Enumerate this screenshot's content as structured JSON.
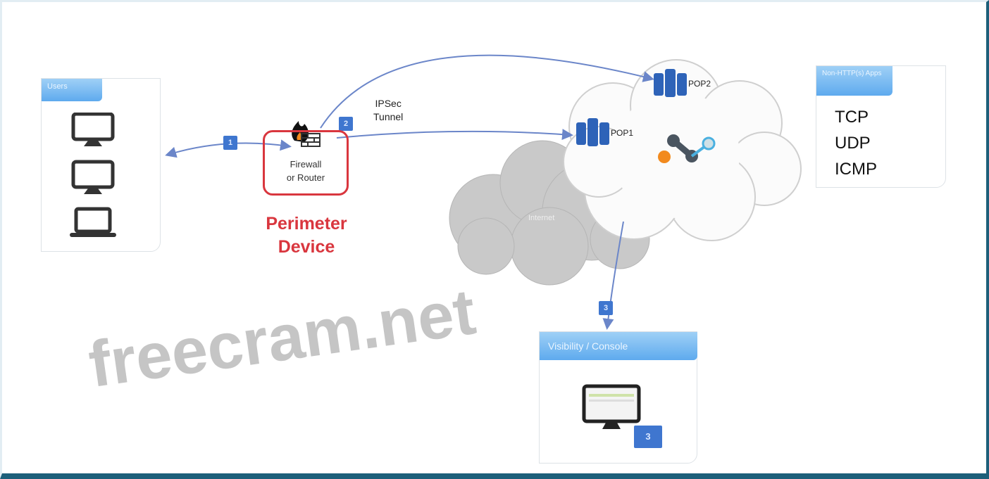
{
  "users_panel": {
    "title": "Users"
  },
  "perimeter": {
    "device_line1": "Firewall",
    "device_line2": "or Router",
    "label_line1": "Perimeter",
    "label_line2": "Device"
  },
  "tunnel": {
    "line1": "IPSec",
    "line2": "Tunnel"
  },
  "steps": {
    "one": "1",
    "two": "2",
    "three": "3",
    "console_badge": "3"
  },
  "cloud": {
    "pop1": "POP1",
    "pop2": "POP2",
    "internet": "Internet"
  },
  "apps_panel": {
    "title": "Non-HTTP(s) Apps",
    "protocols": [
      "TCP",
      "UDP",
      "ICMP"
    ]
  },
  "console_panel": {
    "title": "Visibility / Console"
  },
  "watermark": "freecram.net",
  "colors": {
    "accent_red": "#d9363e",
    "step_blue": "#3f76cf",
    "arrow": "#6b86c9"
  }
}
